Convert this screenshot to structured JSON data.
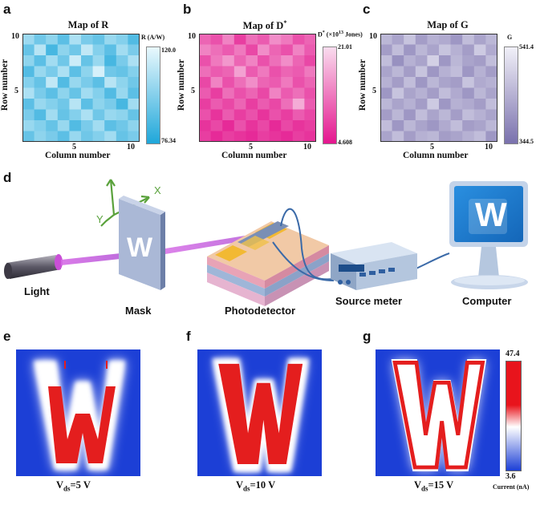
{
  "panel_labels": [
    "a",
    "b",
    "c",
    "d",
    "e",
    "f",
    "g"
  ],
  "maps": [
    {
      "title": "Map of R",
      "cb_label": "R (A/W)",
      "cb_max": "120.0",
      "cb_min": "76.34",
      "color_lo": "#1fa7da",
      "color_hi": "#e9f8fd"
    },
    {
      "title": "Map of D",
      "title_sup": "*",
      "cb_label": "D",
      "cb_label_sup": "*",
      "cb_label_rest": " (×10",
      "cb_label_exp": "13",
      "cb_label_end": " Jones)",
      "cb_max": "21.01",
      "cb_min": "4.608",
      "color_lo": "#e4168e",
      "color_hi": "#f9dcee"
    },
    {
      "title": "Map of G",
      "cb_label": "G",
      "cb_max": "541.4",
      "cb_min": "344.5",
      "color_lo": "#7a71ad",
      "color_hi": "#f1f0f8"
    }
  ],
  "axes": {
    "xlabel": "Column number",
    "ylabel": "Row number",
    "x_tick_5": "5",
    "x_tick_10": "10",
    "y_tick_5": "5",
    "y_tick_10": "10"
  },
  "grids": {
    "R": [
      [
        0.62,
        0.4,
        0.55,
        0.3,
        0.7,
        0.45,
        0.35,
        0.6,
        0.5,
        0.25
      ],
      [
        0.35,
        0.75,
        0.2,
        0.55,
        0.4,
        0.8,
        0.5,
        0.3,
        0.65,
        0.45
      ],
      [
        0.55,
        0.3,
        0.65,
        0.4,
        0.85,
        0.35,
        0.6,
        0.2,
        0.45,
        0.7
      ],
      [
        0.25,
        0.6,
        0.45,
        0.7,
        0.3,
        0.55,
        0.9,
        0.4,
        0.35,
        0.5
      ],
      [
        0.5,
        0.35,
        0.8,
        0.25,
        0.6,
        0.45,
        0.3,
        0.75,
        0.55,
        0.4
      ],
      [
        0.7,
        0.45,
        0.3,
        0.55,
        0.35,
        0.65,
        0.5,
        0.25,
        0.6,
        0.3
      ],
      [
        0.3,
        0.6,
        0.5,
        0.4,
        0.75,
        0.3,
        0.55,
        0.45,
        0.2,
        0.65
      ],
      [
        0.45,
        0.25,
        0.65,
        0.35,
        0.5,
        0.7,
        0.4,
        0.6,
        0.55,
        0.35
      ],
      [
        0.6,
        0.5,
        0.35,
        0.6,
        0.25,
        0.45,
        0.65,
        0.3,
        0.4,
        0.55
      ],
      [
        0.35,
        0.55,
        0.45,
        0.3,
        0.6,
        0.4,
        0.5,
        0.65,
        0.35,
        0.45
      ]
    ],
    "D": [
      [
        0.4,
        0.3,
        0.55,
        0.2,
        0.45,
        0.35,
        0.6,
        0.5,
        0.3,
        0.4
      ],
      [
        0.55,
        0.45,
        0.35,
        0.5,
        0.25,
        0.6,
        0.4,
        0.3,
        0.55,
        0.35
      ],
      [
        0.3,
        0.5,
        0.65,
        0.4,
        0.55,
        0.3,
        0.45,
        0.6,
        0.4,
        0.25
      ],
      [
        0.45,
        0.35,
        0.4,
        0.7,
        0.35,
        0.5,
        0.3,
        0.4,
        0.35,
        0.5
      ],
      [
        0.25,
        0.55,
        0.3,
        0.45,
        0.6,
        0.4,
        0.35,
        0.5,
        0.3,
        0.4
      ],
      [
        0.35,
        0.2,
        0.45,
        0.3,
        0.4,
        0.25,
        0.55,
        0.35,
        0.45,
        0.3
      ],
      [
        0.2,
        0.35,
        0.25,
        0.4,
        0.2,
        0.35,
        0.25,
        0.45,
        0.75,
        0.35
      ],
      [
        0.3,
        0.15,
        0.35,
        0.2,
        0.3,
        0.15,
        0.3,
        0.2,
        0.35,
        0.25
      ],
      [
        0.15,
        0.25,
        0.1,
        0.3,
        0.15,
        0.25,
        0.1,
        0.25,
        0.15,
        0.2
      ],
      [
        0.2,
        0.1,
        0.2,
        0.15,
        0.1,
        0.2,
        0.15,
        0.1,
        0.2,
        0.15
      ]
    ],
    "G": [
      [
        0.55,
        0.4,
        0.65,
        0.35,
        0.5,
        0.45,
        0.3,
        0.6,
        0.4,
        0.55
      ],
      [
        0.35,
        0.6,
        0.3,
        0.55,
        0.4,
        0.65,
        0.5,
        0.35,
        0.7,
        0.45
      ],
      [
        0.6,
        0.25,
        0.5,
        0.4,
        0.75,
        0.3,
        0.55,
        0.4,
        0.35,
        0.6
      ],
      [
        0.4,
        0.55,
        0.35,
        0.65,
        0.3,
        0.5,
        0.6,
        0.3,
        0.5,
        0.35
      ],
      [
        0.5,
        0.35,
        0.6,
        0.3,
        0.55,
        0.4,
        0.35,
        0.65,
        0.45,
        0.5
      ],
      [
        0.3,
        0.65,
        0.4,
        0.5,
        0.35,
        0.6,
        0.45,
        0.3,
        0.55,
        0.4
      ],
      [
        0.55,
        0.4,
        0.5,
        0.35,
        0.7,
        0.3,
        0.5,
        0.45,
        0.35,
        0.6
      ],
      [
        0.35,
        0.55,
        0.3,
        0.6,
        0.4,
        0.55,
        0.35,
        0.6,
        0.5,
        0.4
      ],
      [
        0.6,
        0.3,
        0.55,
        0.4,
        0.3,
        0.45,
        0.6,
        0.35,
        0.4,
        0.55
      ],
      [
        0.4,
        0.6,
        0.35,
        0.5,
        0.55,
        0.35,
        0.4,
        0.5,
        0.6,
        0.3
      ]
    ]
  },
  "setup": {
    "light": "Light",
    "mask": "Mask",
    "photodetector": "Photodetector",
    "source_meter": "Source meter",
    "computer": "Computer",
    "x_axis": "X",
    "y_axis": "Y",
    "letter": "W"
  },
  "current_maps": [
    {
      "V": "V",
      "sub": "ds",
      "rest": "=5 V",
      "mode": "partial"
    },
    {
      "V": "V",
      "sub": "ds",
      "rest": "=10 V",
      "mode": "fill"
    },
    {
      "V": "V",
      "sub": "ds",
      "rest": "=15 V",
      "mode": "edge"
    }
  ],
  "current_cb": {
    "max": "47.4",
    "min": "3.6",
    "label": "Current (nA)",
    "colors": [
      "#e8141c",
      "#ffffff",
      "#1c3fd6"
    ]
  }
}
